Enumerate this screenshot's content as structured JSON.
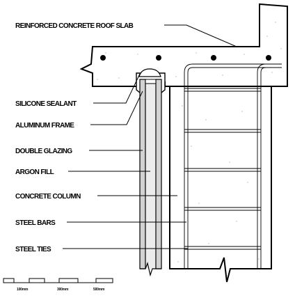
{
  "labels": {
    "roof_slab": "REINFORCED CONCRETE ROOF SLAB",
    "silicone_sealant": "SILICONE SEALANT",
    "aluminum_frame": "ALUMINUM FRAME",
    "double_glazing": "DOUBLE GLAZING",
    "argon_fill": "ARGON FILL",
    "concrete_column": "CONCRETE COLUMN",
    "steel_bars": "STEEL BARS",
    "steel_ties": "STEEL TIES"
  },
  "scale_bar": {
    "ticks": [
      "100mm",
      "300mm",
      "500mm"
    ]
  },
  "colors": {
    "line": "#000000",
    "glass": "#d2d2d2",
    "argon": "#ececec",
    "concrete": "#ffffff"
  }
}
